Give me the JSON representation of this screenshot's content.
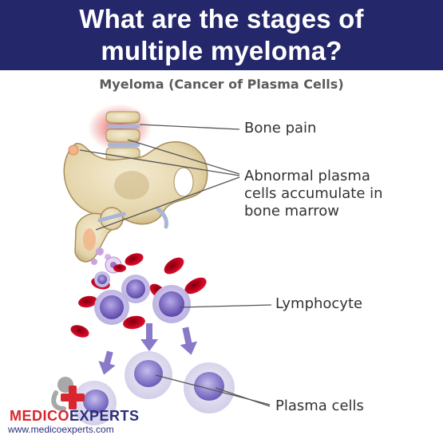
{
  "header": {
    "title_line1": "What are the stages of",
    "title_line2": "multiple myeloma?"
  },
  "diagram": {
    "subtitle": "Myeloma (Cancer of Plasma Cells)",
    "labels": {
      "bone_pain": "Bone pain",
      "abnormal_line1": "Abnormal plasma",
      "abnormal_line2": "cells accumulate in",
      "abnormal_line3": "bone marrow",
      "lymphocyte": "Lymphocyte",
      "plasma_cells": "Plasma cells"
    }
  },
  "branding": {
    "logo_part1": "MEDICO",
    "logo_part2": "EXPERTS",
    "url": "www.medicoexperts.com"
  },
  "colors": {
    "header_bg": "#24276a",
    "bone": "#e9ddb8",
    "red_cell": "#c8102e",
    "purple_cell": "#8e7cc9",
    "logo_red": "#d7262e",
    "logo_blue": "#2b2f7a"
  }
}
